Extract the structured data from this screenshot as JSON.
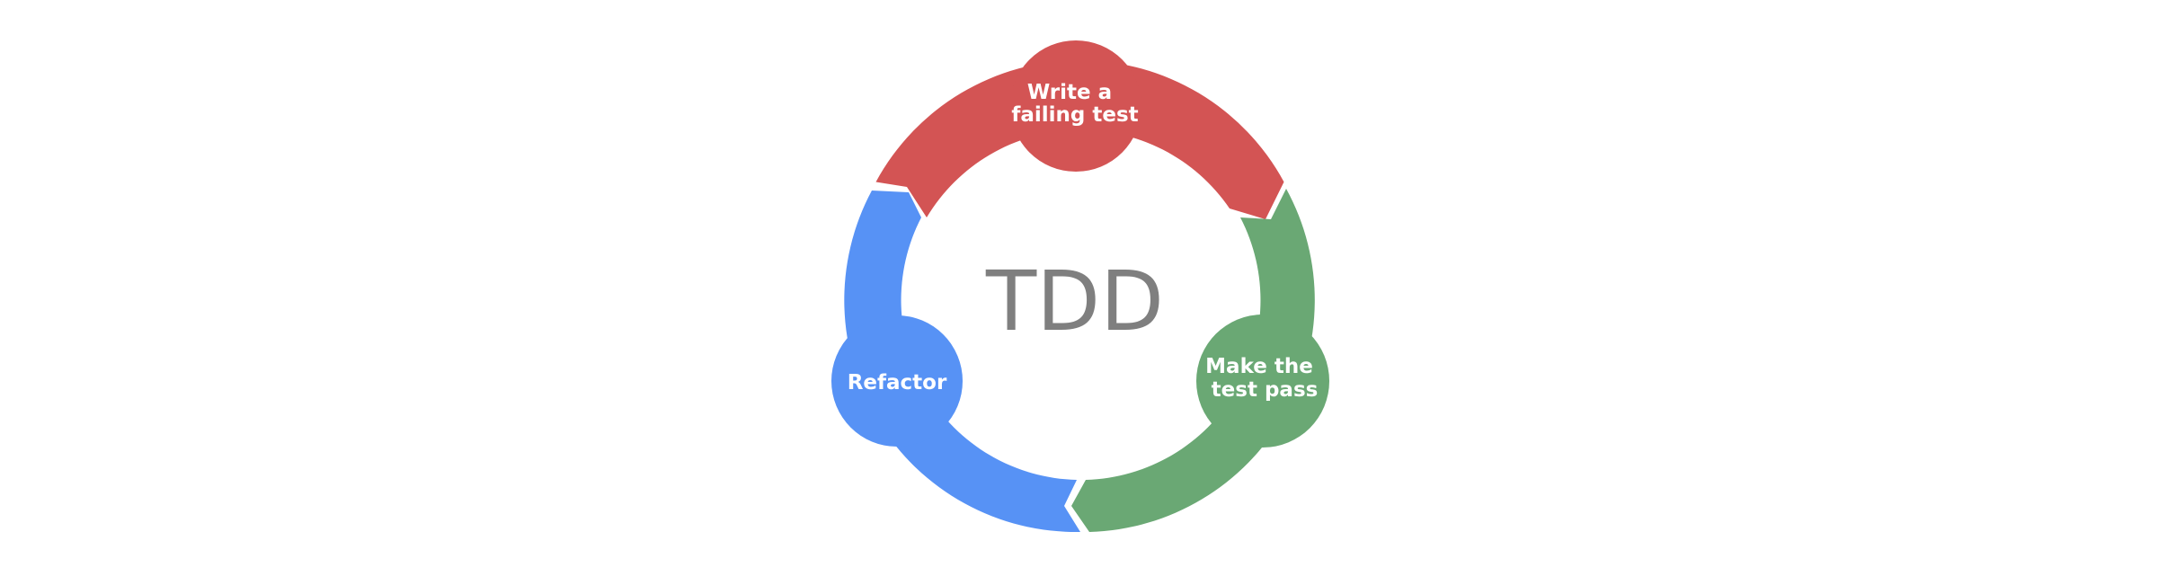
{
  "diagram": {
    "center_label": "TDD",
    "steps": [
      {
        "label_lines": [
          "Write a",
          "failing test"
        ],
        "color": "#d35454"
      },
      {
        "label_lines": [
          "Make the",
          "test pass"
        ],
        "color": "#6aa874"
      },
      {
        "label_lines": [
          "Refactor"
        ],
        "color": "#5792f5"
      }
    ]
  }
}
